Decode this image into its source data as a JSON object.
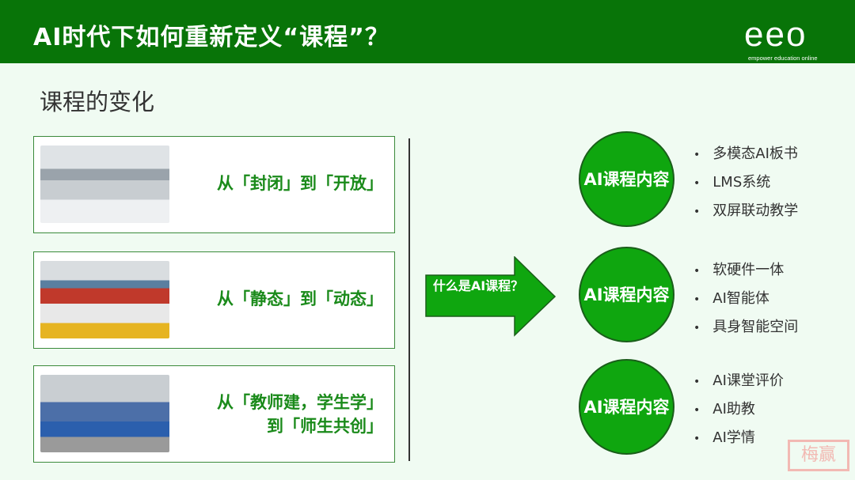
{
  "header": {
    "title": "AI时代下如何重新定义“课程”？",
    "logo": "eeo",
    "logo_sub": "empower education online"
  },
  "subtitle": "课程的变化",
  "changes": [
    {
      "line1": "从「封闭」到「开放」",
      "line2": ""
    },
    {
      "line1": "从「静态」到「动态」",
      "line2": ""
    },
    {
      "line1": "从「教师建，学生学」",
      "line2": "到「师生共创」"
    }
  ],
  "arrow": {
    "label": "什么是AI课程？"
  },
  "groups": [
    {
      "circle": "AI课程内容",
      "items": [
        "多模态AI板书",
        "LMS系统",
        "双屏联动教学"
      ]
    },
    {
      "circle": "AI课程内容",
      "items": [
        "软硬件一体",
        "AI智能体",
        "具身智能空间"
      ]
    },
    {
      "circle": "AI课程内容",
      "items": [
        "AI课堂评价",
        "AI助教",
        "AI学情"
      ]
    }
  ],
  "watermark": "梅赢",
  "colors": {
    "header": "#087408",
    "accent": "#0fa60f",
    "text_green": "#1a8a1a"
  }
}
